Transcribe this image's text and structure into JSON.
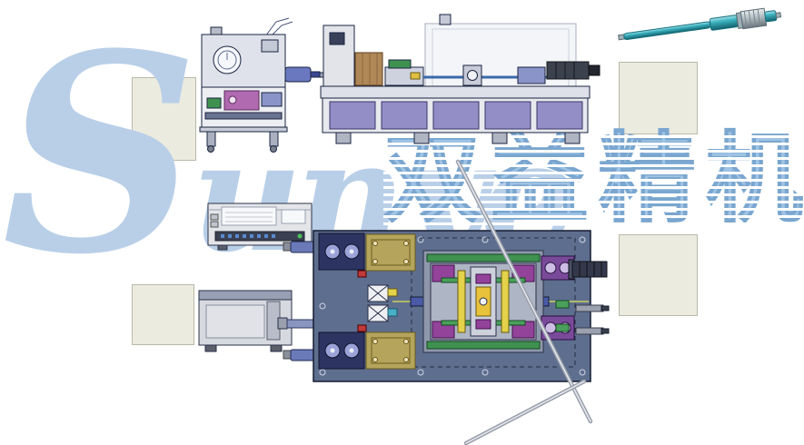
{
  "watermark": {
    "latin_text": "Sunye",
    "cjk_text": "双益精机"
  },
  "colors": {
    "watermark-blue": "#b9cfe8",
    "cjk-blue": "#9fc3e4",
    "beige-panel": "#ebebe0",
    "plate-slate": "#5e6e8e",
    "panel-purple": "#938ec6",
    "machine-gray": "#e2e4ea",
    "block-olive": "#b5a55c",
    "block-magenta": "#93439a",
    "rail-green": "#3f9150",
    "bar-yellow": "#e3d24a",
    "accent-teal": "#2fa9b6",
    "outline-navy": "#1a2440"
  },
  "components": [
    "hydraulic-power-unit",
    "motor-coupling",
    "test-bench",
    "protective-cover",
    "controller-unit",
    "drive-unit",
    "upper-probe-rod",
    "lower-probe-rod",
    "assembly-baseplate",
    "center-fixture",
    "ballscrew-shaft",
    "workpiece-rod",
    "blank-panel"
  ]
}
